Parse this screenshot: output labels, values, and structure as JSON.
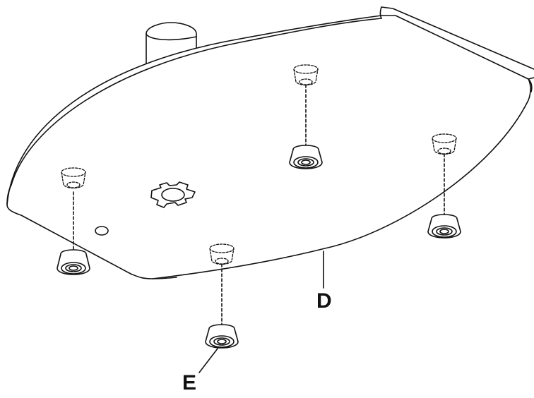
{
  "diagram": {
    "parts": [
      {
        "id": "D",
        "label": "D",
        "part": "base-plate"
      },
      {
        "id": "E",
        "label": "E",
        "part": "rubber-foot"
      }
    ],
    "rubber_feet_count": 4,
    "colors": {
      "line": "#111111",
      "fill": "#ffffff"
    }
  }
}
